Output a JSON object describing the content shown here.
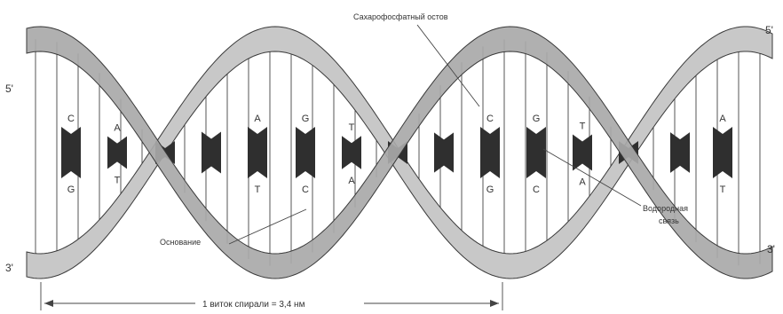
{
  "labels": {
    "top_left_end": "5'",
    "bottom_left_end": "3'",
    "top_right_end": "5'",
    "bottom_right_end": "3'",
    "backbone": "Сахарофосфатный остов",
    "base": "Основание",
    "hydrogen_bond_line1": "Водородная",
    "hydrogen_bond_line2": "связь",
    "turn_length": "1 виток спирали = 3,4 нм"
  },
  "base_pairs": [
    {
      "top": "C",
      "bottom": "G"
    },
    {
      "top": "A",
      "bottom": "T"
    },
    {
      "top": "",
      "bottom": ""
    },
    {
      "top": "",
      "bottom": ""
    },
    {
      "top": "A",
      "bottom": "T"
    },
    {
      "top": "G",
      "bottom": "C"
    },
    {
      "top": "T",
      "bottom": "A"
    },
    {
      "top": "",
      "bottom": ""
    },
    {
      "top": "",
      "bottom": ""
    },
    {
      "top": "C",
      "bottom": "G"
    },
    {
      "top": "G",
      "bottom": "C"
    },
    {
      "top": "T",
      "bottom": "A"
    },
    {
      "top": "",
      "bottom": ""
    },
    {
      "top": "",
      "bottom": ""
    },
    {
      "top": "A",
      "bottom": "T"
    }
  ],
  "colors": {
    "strand_light": "#c8c8c8",
    "strand_dark": "#8a8a8a",
    "strand_outline": "#3a3a3a",
    "rung": "#555555",
    "base_fill": "#2f2f2f",
    "text": "#333333"
  }
}
